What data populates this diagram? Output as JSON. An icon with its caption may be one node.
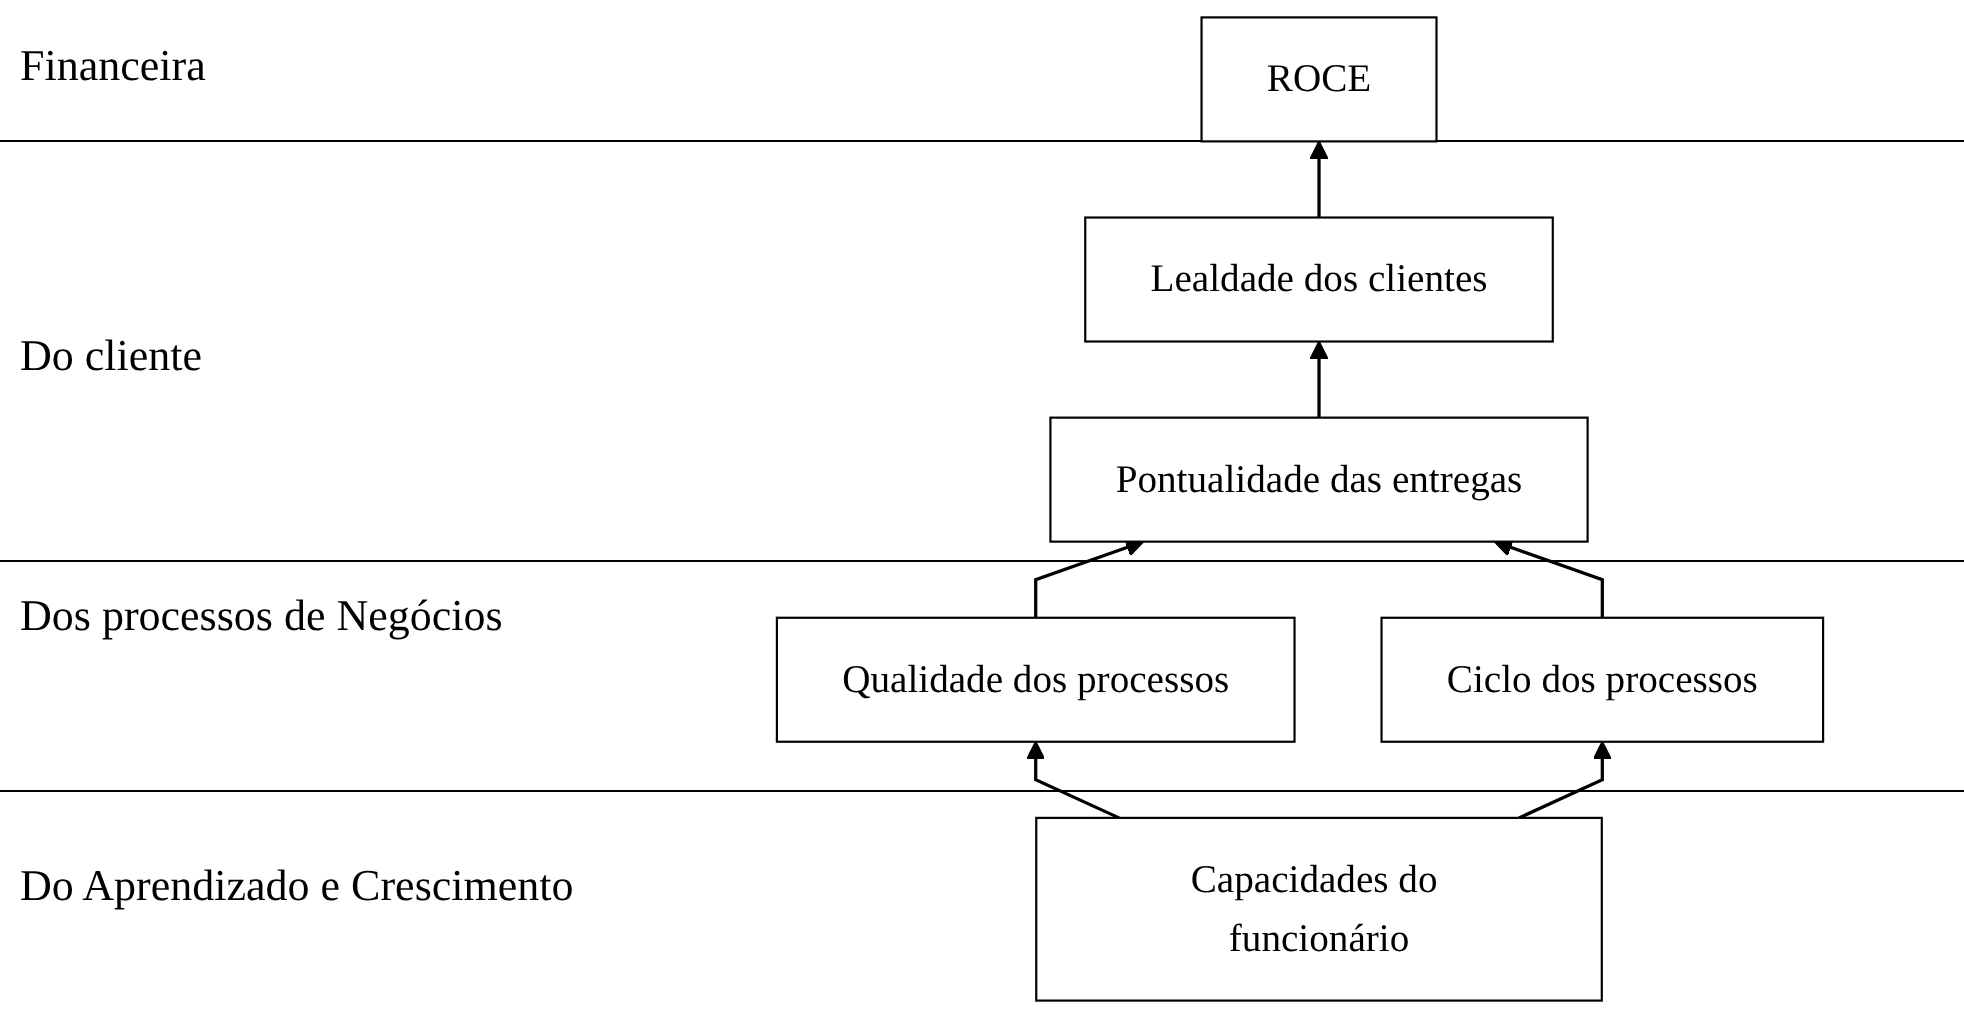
{
  "diagram": {
    "nodes": [
      {
        "text": [
          "ROCE"
        ]
      },
      {
        "text": [
          "Lealdade dos clientes"
        ]
      },
      {
        "text": [
          "Pontualidade das entregas"
        ]
      },
      {
        "text": [
          "Qualidade dos processos"
        ]
      },
      {
        "text": [
          "Ciclo dos processos"
        ]
      },
      {
        "text": [
          "Capacidades do funcionário"
        ]
      }
    ],
    "edges": [
      {
        "from": 1,
        "to": 0,
        "arrow": "to"
      },
      {
        "from": 2,
        "to": 1,
        "arrow": "to"
      },
      {
        "from": 3,
        "to": 2,
        "arrow": "to"
      },
      {
        "from": 4,
        "to": 2,
        "arrow": "to"
      },
      {
        "from": 5,
        "to": 3,
        "arrow": "to"
      },
      {
        "from": 5,
        "to": 4,
        "arrow": "to"
      }
    ],
    "labels": [
      "Financeira",
      "Do cliente",
      "Dos processos de Negócios",
      "Do Aprendizado e Crescimento"
    ]
  }
}
